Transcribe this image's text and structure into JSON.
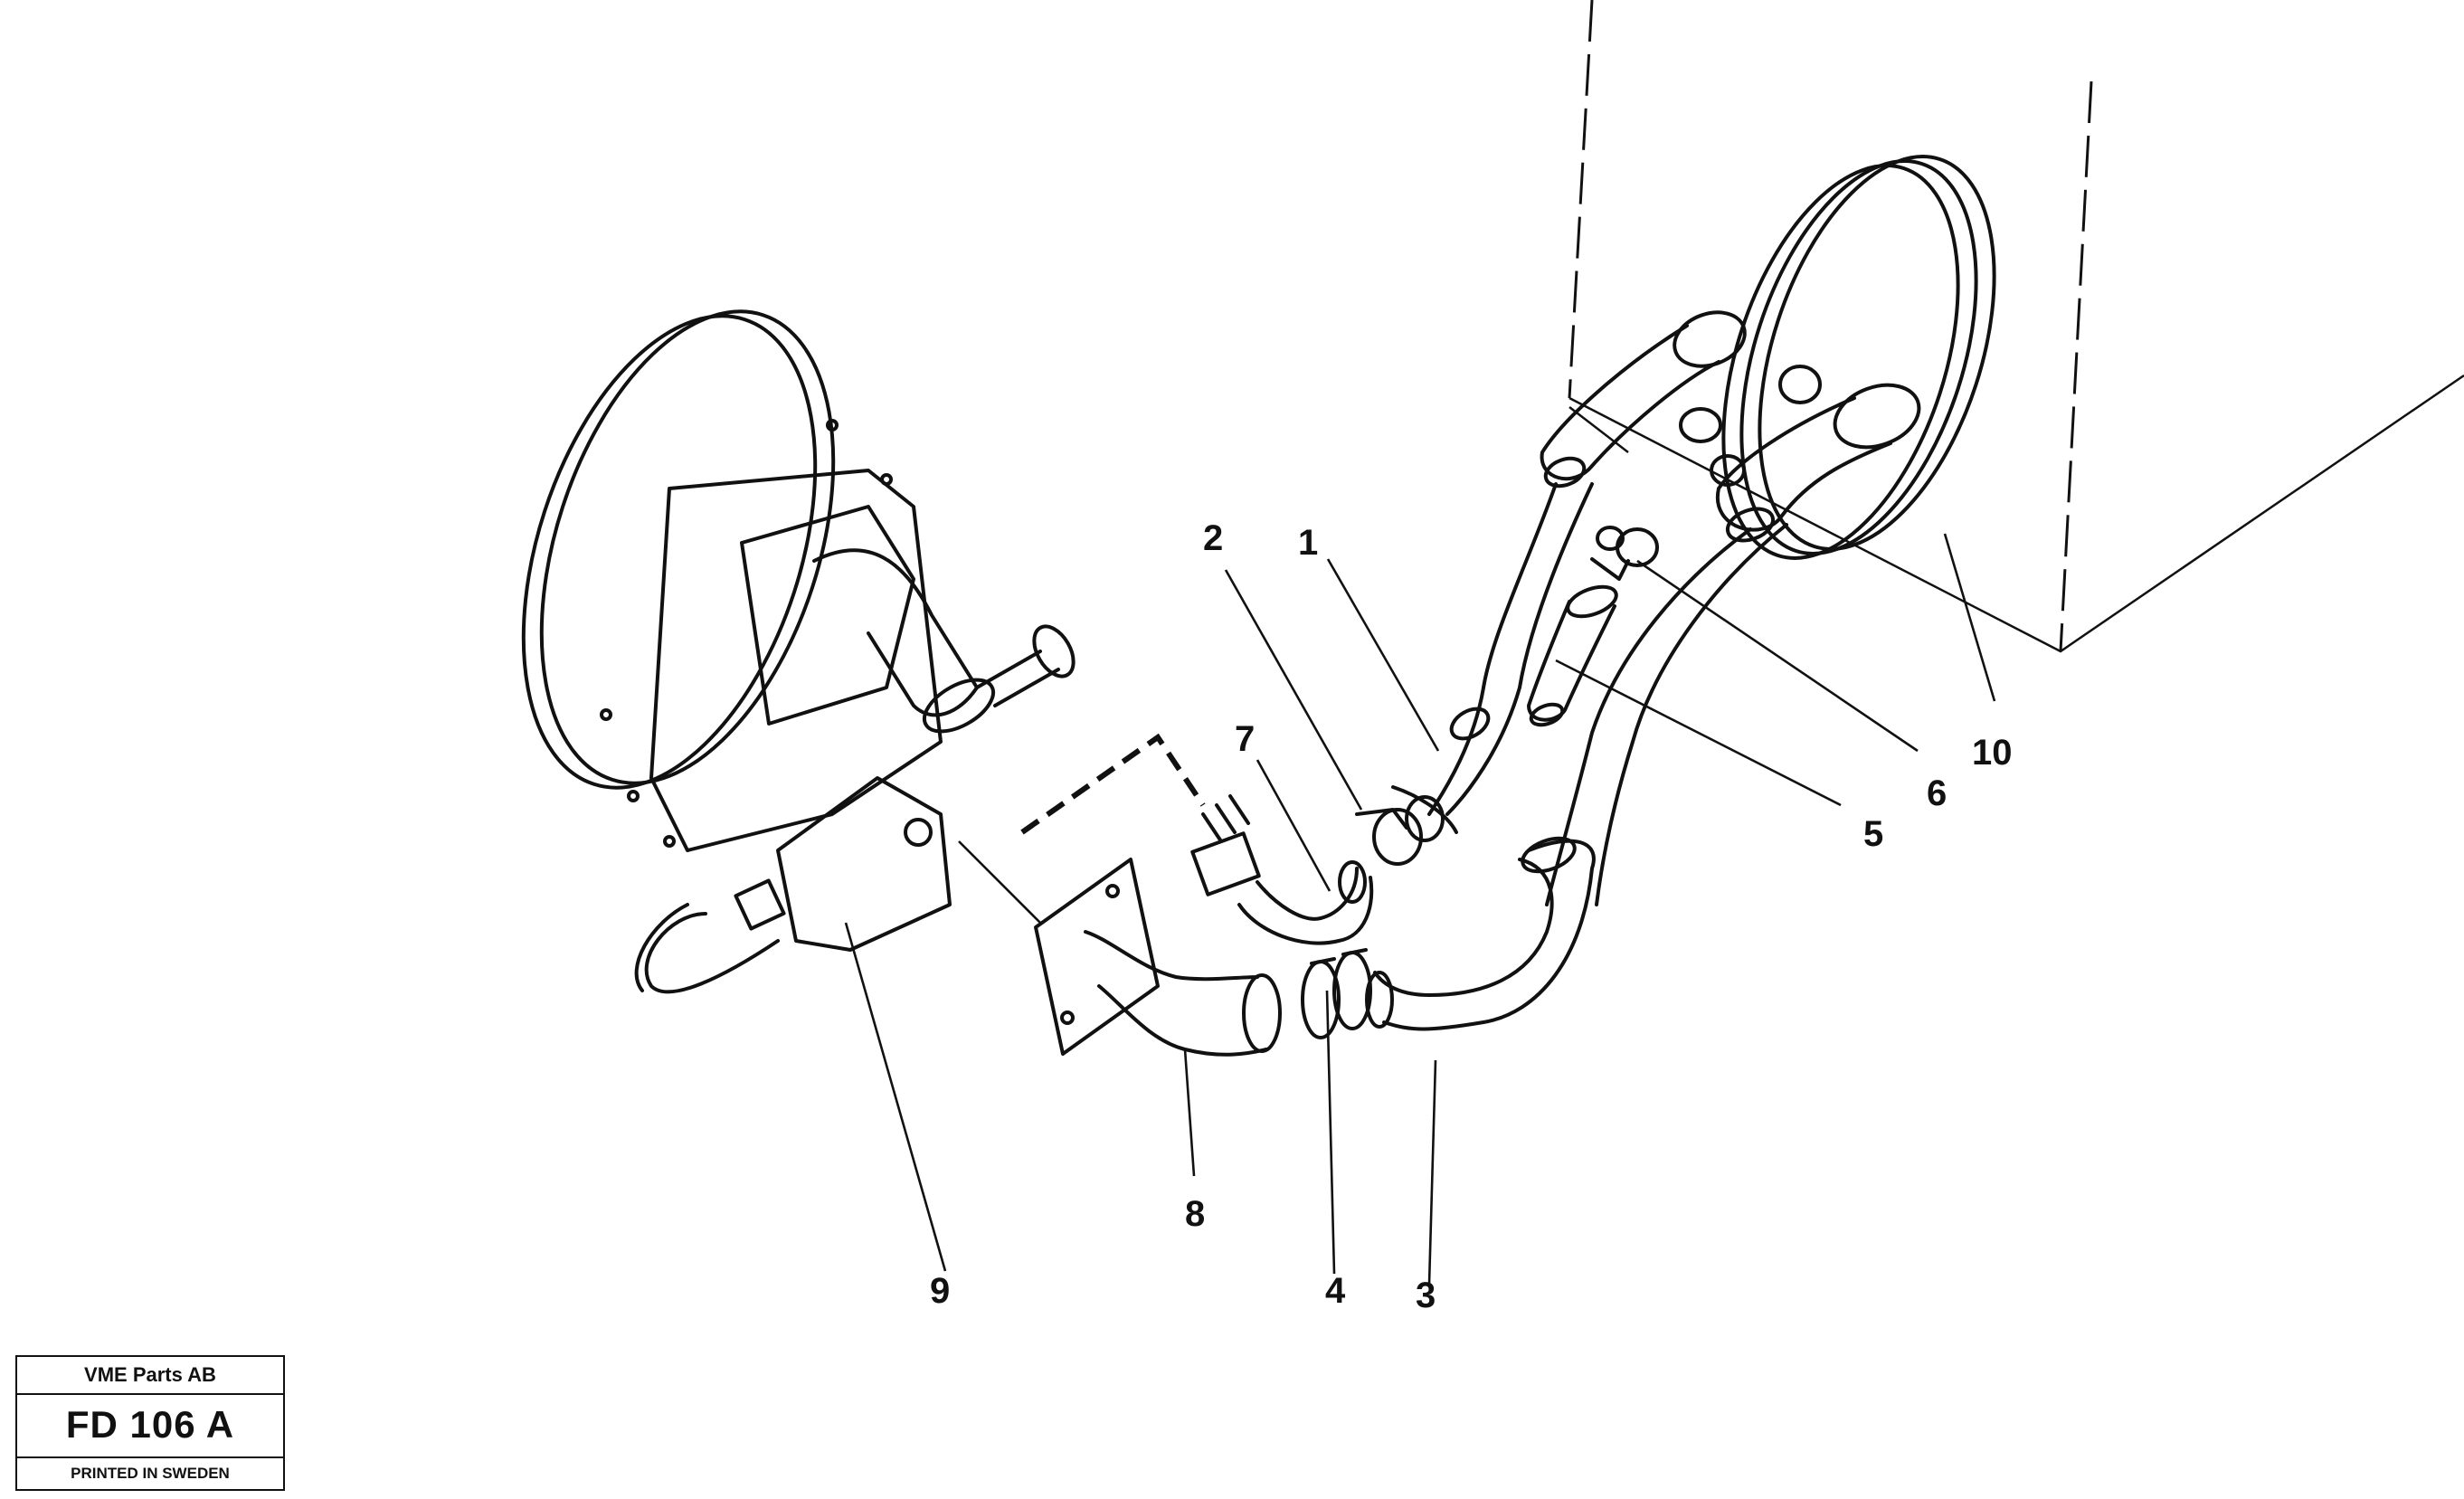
{
  "labels": {
    "p1": "1",
    "p2": "2",
    "p3": "3",
    "p4": "4",
    "p5": "5",
    "p6": "6",
    "p7": "7",
    "p8": "8",
    "p9": "9",
    "p10": "10"
  },
  "title_block": {
    "company": "VME Parts AB",
    "drawing_number": "FD 106 A",
    "printed": "PRINTED IN SWEDEN"
  }
}
